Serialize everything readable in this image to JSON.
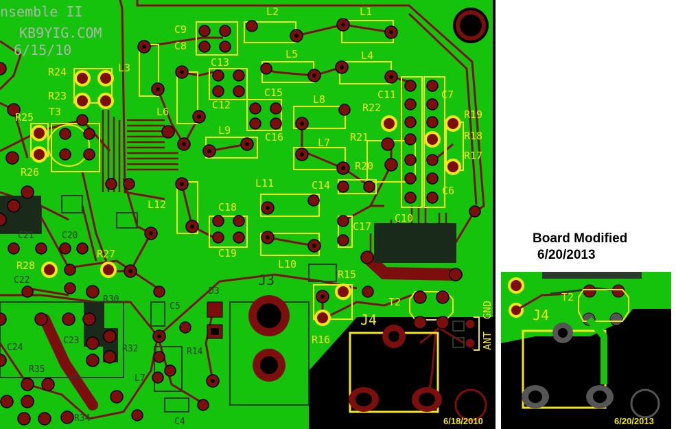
{
  "board_header": {
    "line1": "nsemble II",
    "line2": "KB9YIG.COM",
    "line3": "6/15/10"
  },
  "caption": {
    "line1": "Board Modified",
    "line2": "6/20/2013"
  },
  "dates": {
    "original": "6/18/2010",
    "modified": "6/20/2013"
  },
  "designators": [
    "L2",
    "L1",
    "C9",
    "C8",
    "L3",
    "C13",
    "L5",
    "L4",
    "C12",
    "C15",
    "C11",
    "C7",
    "R24",
    "R23",
    "L8",
    "R22",
    "R19",
    "L6",
    "R25",
    "T3",
    "L9",
    "C16",
    "R21",
    "R18",
    "L7",
    "R17",
    "R26",
    "R20",
    "L11",
    "C14",
    "C6",
    "L12",
    "C18",
    "C17",
    "C10",
    "C19",
    "R27",
    "R28",
    "C22",
    "R30",
    "L10",
    "R15",
    "J3",
    "C5",
    "D3",
    "T2",
    "J4",
    "R16",
    "R14",
    "R32",
    "R35",
    "L7",
    "C4",
    "R34",
    "C21",
    "C20",
    "C24",
    "C23"
  ],
  "connector_labels": {
    "ant": "ANT",
    "gnd": "GND"
  },
  "colors": {
    "board": "#16c30c",
    "trace": "#7d0e0e",
    "pad": "#7d0e0e",
    "silkscreen": "#f2e51c",
    "background": "#000000"
  }
}
